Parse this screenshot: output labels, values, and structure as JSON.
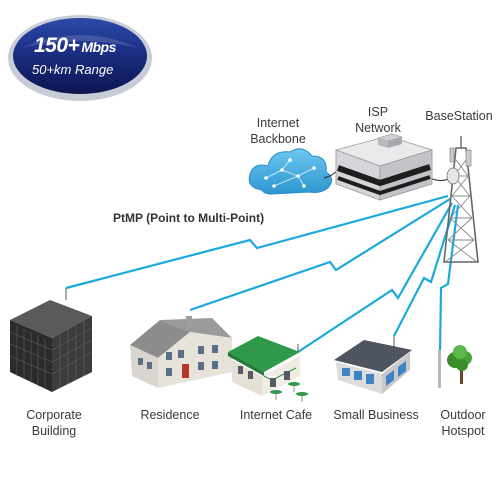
{
  "badge": {
    "speed_big": "150+",
    "speed_unit": "Mbps",
    "range": "50+km Range"
  },
  "topology_label": "PtMP (Point to Multi-Point)",
  "infrastructure": {
    "backbone": [
      "Internet",
      "Backbone"
    ],
    "isp": [
      "ISP",
      "Network"
    ],
    "basestation": "BaseStation"
  },
  "clients": {
    "corporate": [
      "Corporate",
      "Building"
    ],
    "residence": "Residence",
    "cafe": "Internet Cafe",
    "business": "Small Business",
    "hotspot": [
      "Outdoor",
      "Hotspot"
    ]
  },
  "colors": {
    "link": "#1aa9dd",
    "badge_bg": "#1c2f7a",
    "cloud": "#47b3e3",
    "roof_green": "#2e9a49"
  }
}
